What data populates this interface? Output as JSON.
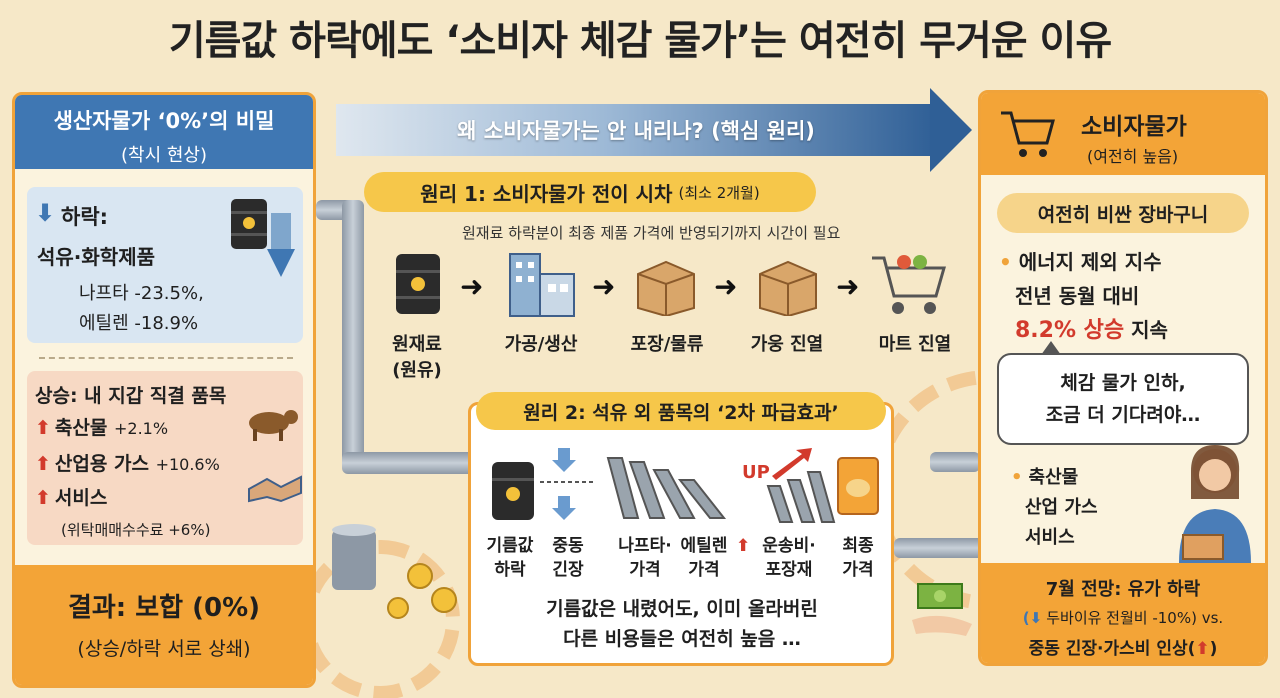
{
  "title": "기름값 하락에도 ‘소비자 체감 물가’는 여전히 무거운 이유",
  "left": {
    "header_title": "생산자물가 ‘0%’의 비밀",
    "header_subtitle": "(착시 현상)",
    "down": {
      "label": "하락:",
      "category": "석유·화학제품",
      "items": [
        "나프타 -23.5%,",
        "에틸렌 -18.9%"
      ]
    },
    "up": {
      "label": "상승: 내 지갑 직결 품목",
      "items": [
        {
          "name": "축산물",
          "value": "+2.1%"
        },
        {
          "name": "산업용 가스",
          "value": "+10.6%"
        },
        {
          "name": "서비스",
          "value": ""
        }
      ],
      "service_detail": "(위탁매매수수료 +6%)"
    },
    "result_title": "결과: 보합 (0%)",
    "result_subtitle": "(상승/하락 서로 상쇄)"
  },
  "banner": {
    "text": "왜 소비자물가는 안 내리나? (핵심 원리)"
  },
  "principle1": {
    "title": "원리 1: 소비자물가 전이 시차",
    "title_small": "(최소 2개월)",
    "note": "원재료 하락분이 최종 제품 가격에 반영되기까지 시간이 필요",
    "steps": [
      "원재료\n(원유)",
      "가공/생산",
      "포장/물류",
      "가웅 진열",
      "마트 진열"
    ]
  },
  "principle2": {
    "title": "원리 2: 석유 외 품목의 ‘2차 파급효과’",
    "up_tag": "UP",
    "labels": [
      "기름값\n하락",
      "중동\n긴장",
      "나프타·\n가격",
      "에틸렌\n가격",
      "운송비·\n포장재",
      "최종\n가격"
    ],
    "footer": "기름값은 내렸어도, 이미 올라버린\n다른 비용들은 여전히 높음 …"
  },
  "right": {
    "header_title": "소비자물가",
    "header_subtitle": "(여전히 높음)",
    "basket": "여전히 비싼 장바구니",
    "cpi_line1": "에너지 제외 지수",
    "cpi_line2": "전년 동월 대비",
    "cpi_highlight": "8.2% 상승",
    "cpi_suffix": " 지속",
    "bubble": "체감 물가 인하,\n조금 더 기다려야…",
    "items": [
      "축산물",
      "산업 가스",
      "서비스"
    ],
    "outlook_title": "7월 전망: 유가 하락",
    "outlook_detail": "두바이유 전월비 -10%) vs.",
    "outlook_footer": "중동 긴장·가스비 인상("
  },
  "colors": {
    "background": "#f6e8c8",
    "accent_orange": "#f3a437",
    "accent_blue": "#3f77b3",
    "pill_yellow": "#f6c74a",
    "up_red": "#d23a2c"
  }
}
